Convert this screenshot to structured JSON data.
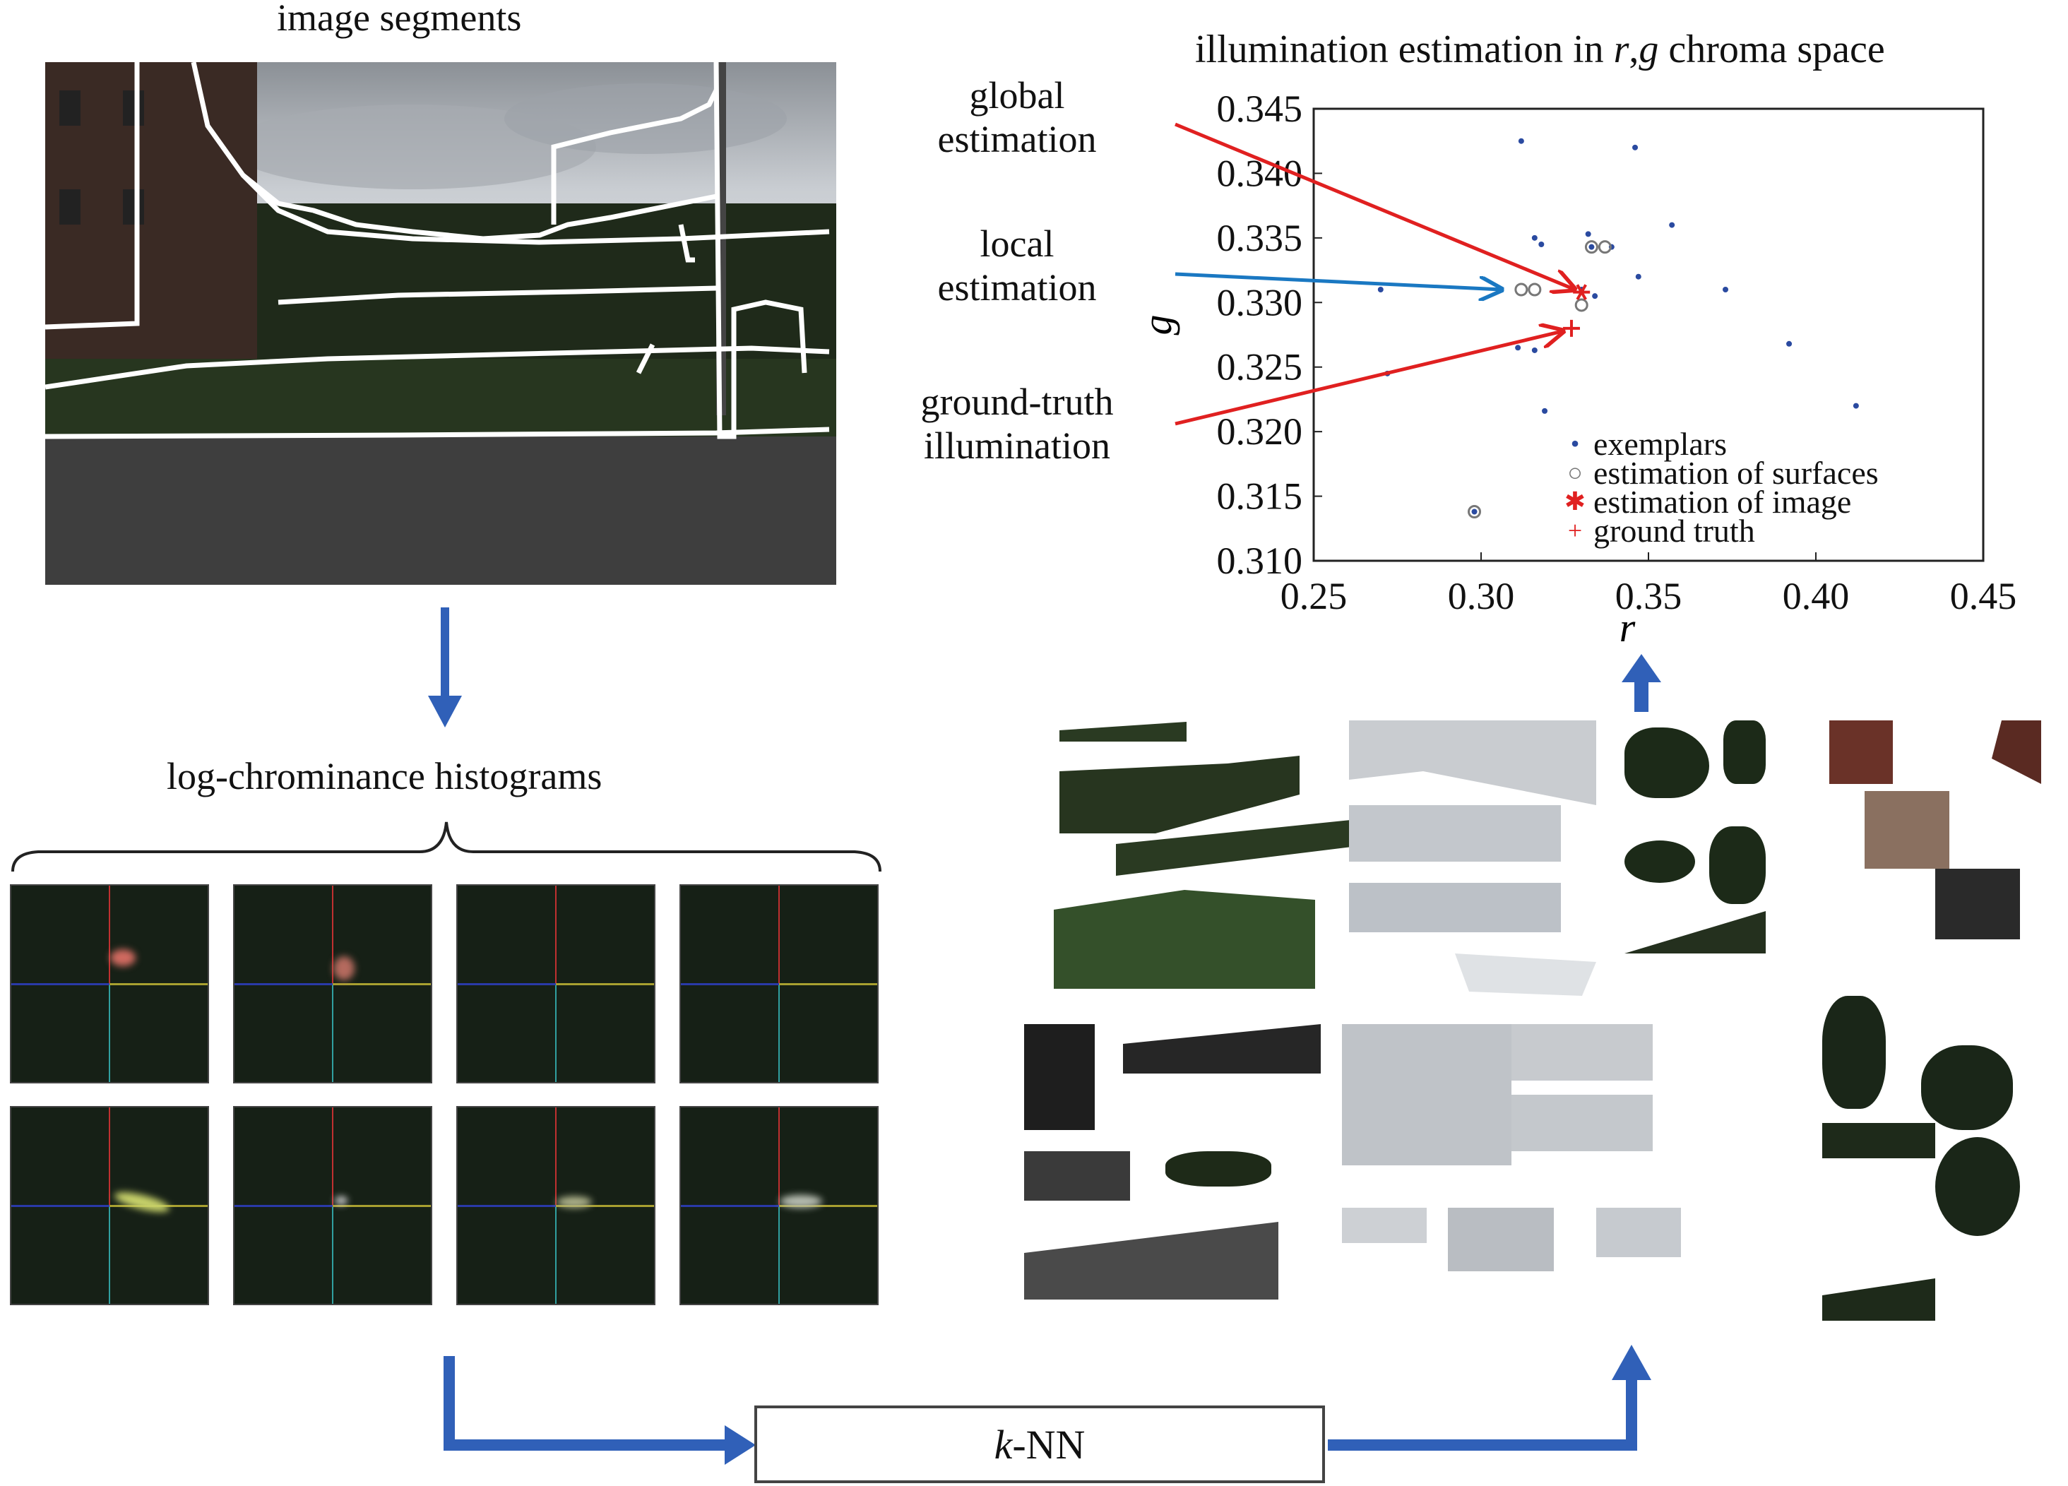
{
  "labels": {
    "segments_title": "image segments",
    "histograms_title": "log-chrominance histograms",
    "knn": "-NN",
    "knn_k": "k",
    "global": [
      "global",
      "estimation"
    ],
    "local": [
      "local",
      "estimation"
    ],
    "ground": [
      "ground-truth",
      "illumination"
    ]
  },
  "colors": {
    "red_arrow": "#e02020",
    "blue_arrow": "#1a78c2",
    "flow_arrow": "#3060b8"
  },
  "chart_data": {
    "type": "scatter",
    "title": "illumination estimation in r,g chroma space",
    "title_parts": [
      "illumination estimation in ",
      "r",
      ",",
      "g",
      " chroma space"
    ],
    "xlabel": "r",
    "ylabel": "g",
    "xlim": [
      0.25,
      0.45
    ],
    "ylim": [
      0.31,
      0.345
    ],
    "xticks": [
      "0.25",
      "0.30",
      "0.35",
      "0.40",
      "0.45"
    ],
    "yticks": [
      "0.345",
      "0.340",
      "0.335",
      "0.330",
      "0.325",
      "0.320",
      "0.315",
      "0.310"
    ],
    "legend": [
      "exemplars",
      "estimation of surfaces",
      "estimation of image",
      "ground truth"
    ],
    "legend_position": "bottom-right",
    "series": [
      {
        "name": "exemplars",
        "marker": "dot",
        "color": "#2a4aa0",
        "points": [
          [
            0.312,
            0.3425
          ],
          [
            0.346,
            0.342
          ],
          [
            0.357,
            0.336
          ],
          [
            0.316,
            0.335
          ],
          [
            0.318,
            0.3345
          ],
          [
            0.332,
            0.3353
          ],
          [
            0.333,
            0.3343
          ],
          [
            0.339,
            0.3343
          ],
          [
            0.347,
            0.332
          ],
          [
            0.373,
            0.331
          ],
          [
            0.27,
            0.331
          ],
          [
            0.33,
            0.331
          ],
          [
            0.334,
            0.3305
          ],
          [
            0.311,
            0.3265
          ],
          [
            0.316,
            0.3263
          ],
          [
            0.392,
            0.3268
          ],
          [
            0.272,
            0.3245
          ],
          [
            0.319,
            0.3216
          ],
          [
            0.412,
            0.322
          ],
          [
            0.298,
            0.3138
          ]
        ]
      },
      {
        "name": "estimation of surfaces",
        "marker": "circle",
        "color": "#777777",
        "points": [
          [
            0.312,
            0.331
          ],
          [
            0.316,
            0.331
          ],
          [
            0.333,
            0.3343
          ],
          [
            0.337,
            0.3343
          ],
          [
            0.33,
            0.3298
          ],
          [
            0.298,
            0.3138
          ]
        ]
      },
      {
        "name": "estimation of image",
        "marker": "star",
        "color": "#e02020",
        "points": [
          [
            0.33,
            0.3308
          ]
        ]
      },
      {
        "name": "ground truth",
        "marker": "plus",
        "color": "#e02020",
        "points": [
          [
            0.327,
            0.328
          ]
        ]
      }
    ]
  }
}
